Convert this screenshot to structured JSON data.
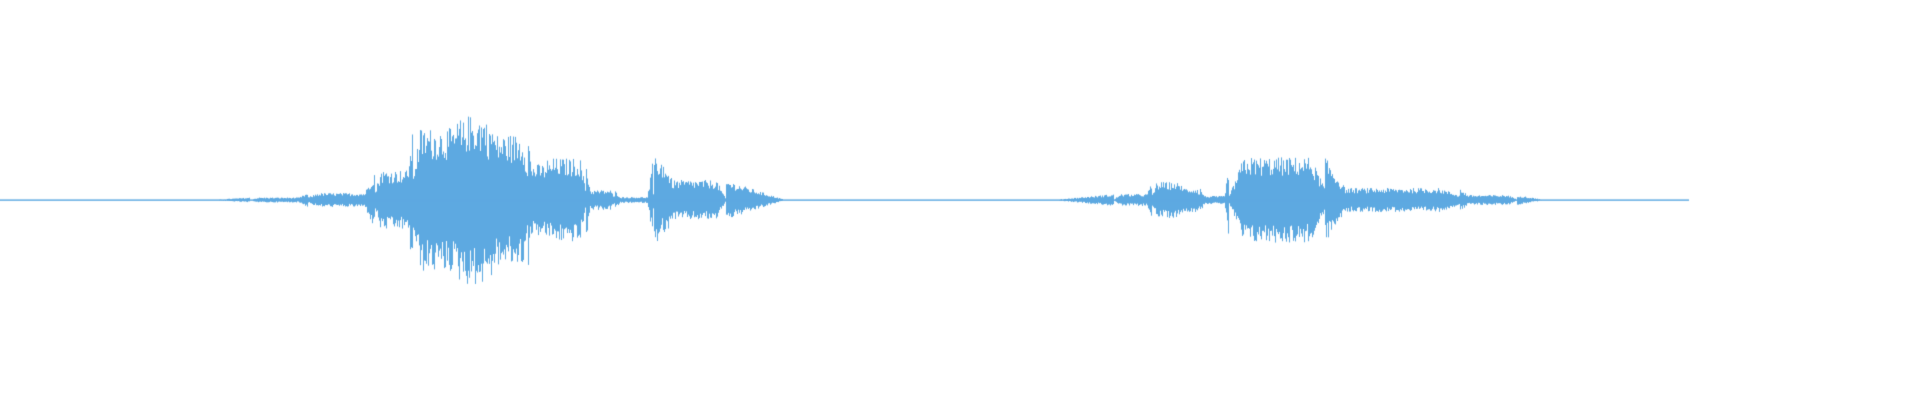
{
  "waveform": {
    "color": "#5DA9E1",
    "background": "#ffffff",
    "segments": [
      {
        "start": 0.0,
        "end": 0.13,
        "level": 0.003
      },
      {
        "start": 0.13,
        "end": 0.16,
        "level": 0.025
      },
      {
        "start": 0.16,
        "end": 0.195,
        "level": 0.07
      },
      {
        "start": 0.195,
        "end": 0.215,
        "level": 0.3
      },
      {
        "start": 0.215,
        "end": 0.24,
        "level": 0.72
      },
      {
        "start": 0.24,
        "end": 0.255,
        "level": 0.85
      },
      {
        "start": 0.255,
        "end": 0.275,
        "level": 0.66
      },
      {
        "start": 0.275,
        "end": 0.285,
        "level": 0.36
      },
      {
        "start": 0.285,
        "end": 0.305,
        "level": 0.42
      },
      {
        "start": 0.305,
        "end": 0.32,
        "level": 0.1
      },
      {
        "start": 0.32,
        "end": 0.34,
        "level": 0.03
      },
      {
        "start": 0.34,
        "end": 0.345,
        "level": 0.42
      },
      {
        "start": 0.345,
        "end": 0.378,
        "level": 0.2
      },
      {
        "start": 0.378,
        "end": 0.58,
        "level": 0.004
      },
      {
        "start": 0.58,
        "end": 0.6,
        "level": 0.06
      },
      {
        "start": 0.6,
        "end": 0.615,
        "level": 0.18
      },
      {
        "start": 0.615,
        "end": 0.625,
        "level": 0.12
      },
      {
        "start": 0.625,
        "end": 0.64,
        "level": 0.04
      },
      {
        "start": 0.64,
        "end": 0.69,
        "level": 0.43
      },
      {
        "start": 0.69,
        "end": 0.76,
        "level": 0.12
      },
      {
        "start": 0.76,
        "end": 0.79,
        "level": 0.05
      },
      {
        "start": 0.79,
        "end": 0.88,
        "level": 0.004
      }
    ]
  }
}
